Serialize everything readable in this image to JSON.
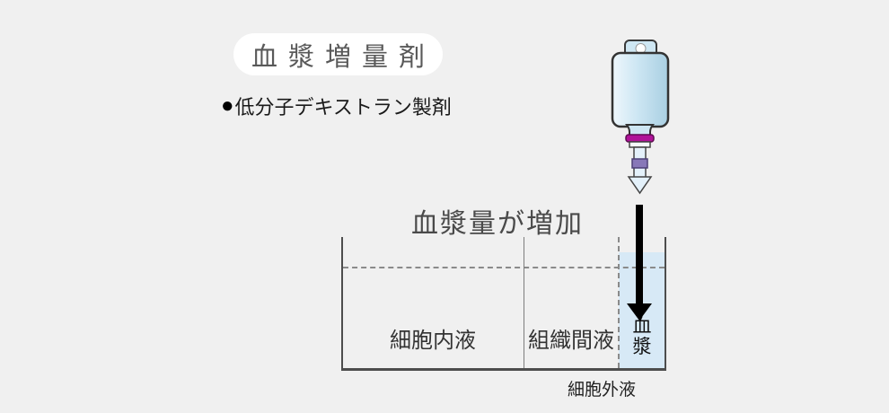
{
  "title": "血漿増量剤",
  "subtitle": {
    "marker": "●",
    "text": "低分子デキストラン製剤"
  },
  "annotation": "血漿量が増加",
  "diagram": {
    "compartments": [
      {
        "id": "intracellular",
        "label": "細胞内液"
      },
      {
        "id": "interstitial",
        "label": "組織間液"
      },
      {
        "id": "plasma",
        "label": "血漿"
      }
    ],
    "bottom_label": "細胞外液",
    "original_level": "dashed line = level before infusion",
    "plasma_level_raised": true
  },
  "icons": {
    "iv_bag": "iv-drip-bag-icon",
    "down_arrow": "down-arrow-icon",
    "bullet": "bullet-circle-icon"
  },
  "colors": {
    "background": "#f0f0f0",
    "title_text": "#595959",
    "pill_background": "#ffffff",
    "plasma_fill": "#d7e9f6",
    "bag_fill_light": "#eaf5fb",
    "bag_fill_dark": "#a9cfe2",
    "bag_outline": "#333333",
    "ring_magenta": "#b01399",
    "band_purple": "#8878b8",
    "arrow_black": "#000000",
    "tank_wall": "#4d4d4d",
    "dashed_line": "#8a8a8a"
  }
}
